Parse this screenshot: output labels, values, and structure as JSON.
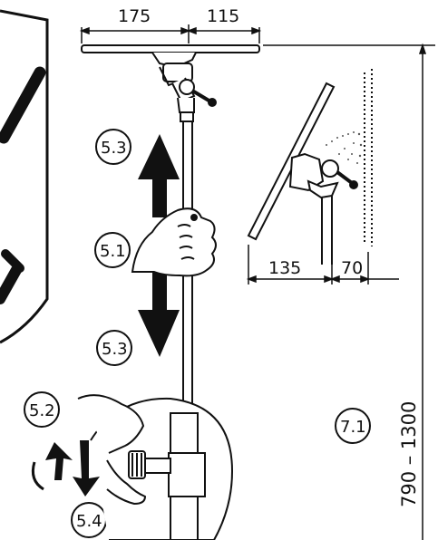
{
  "dimensions": {
    "top_left_width": "175",
    "top_right_width": "115",
    "side_depth_left": "135",
    "side_depth_right": "70",
    "height_range": "790  –  1300"
  },
  "callouts": {
    "raise": "5.3",
    "grip": "5.1",
    "lower": "5.3",
    "loosen": "5.2",
    "tighten": "5.4",
    "height_adjust": "7.1"
  }
}
